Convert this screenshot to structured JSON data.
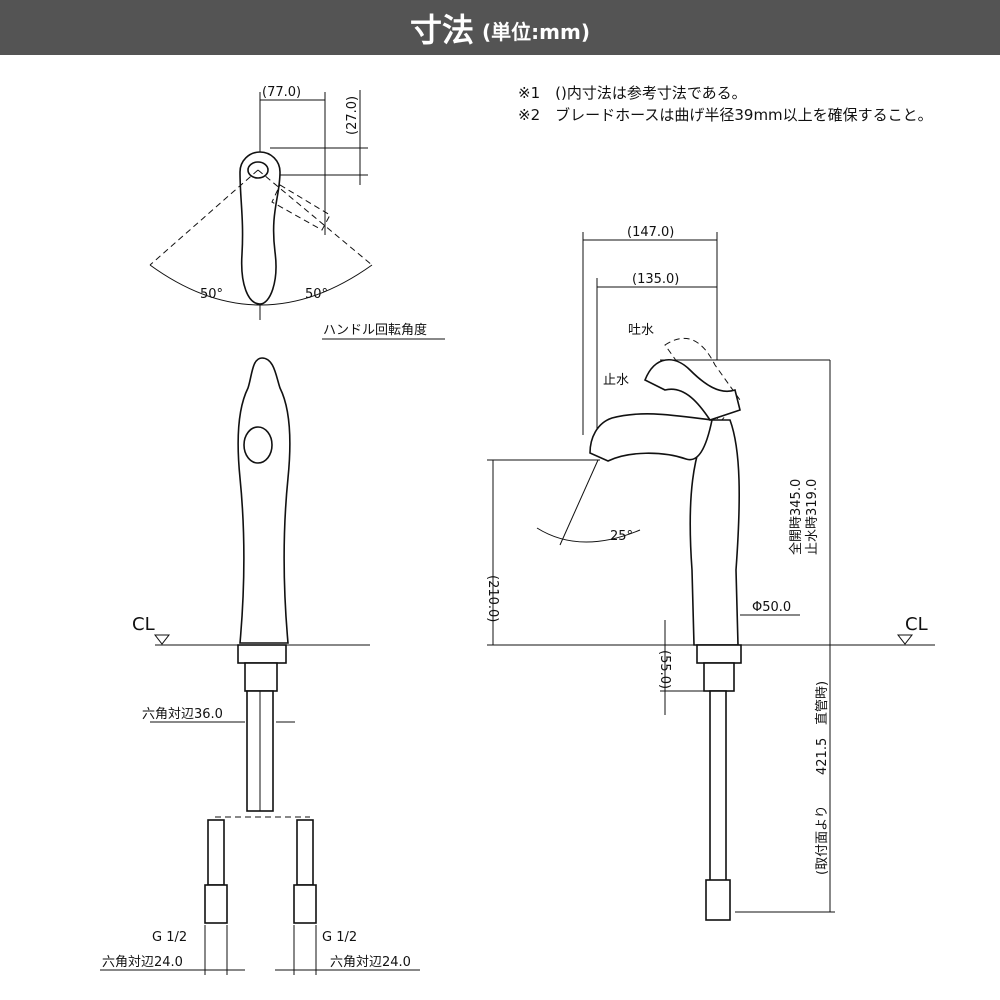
{
  "header": {
    "title": "寸法",
    "unit": "(単位:mm)"
  },
  "notes": [
    "※1　()内寸法は参考寸法である。",
    "※2　ブレードホースは曲げ半径39mm以上を確保すること。"
  ],
  "top_view": {
    "width_dim": "(77.0)",
    "depth_dim": "(27.0)",
    "angle_left": "50°",
    "angle_right": "50°",
    "caption": "ハンドル回転角度"
  },
  "front_view": {
    "cl": "CL",
    "hex_top": "六角対辺36.0",
    "thread_left": "G 1/2",
    "thread_right": "G 1/2",
    "hex_left": "六角対辺24.0",
    "hex_right": "六角対辺24.0"
  },
  "side_view": {
    "reach_total": "(147.0)",
    "reach_spout": "(135.0)",
    "open_label": "吐水",
    "close_label": "止水",
    "spout_angle": "25°",
    "spout_height": "(210.0)",
    "height_open": "全開時345.0",
    "height_closed": "止水時319.0",
    "diameter": "Φ50.0",
    "shank_dim": "(55.0)",
    "cl": "CL",
    "hose_length_prefix": "(取付面より",
    "hose_length": "421.5",
    "hose_length_suffix": "直管時)"
  }
}
